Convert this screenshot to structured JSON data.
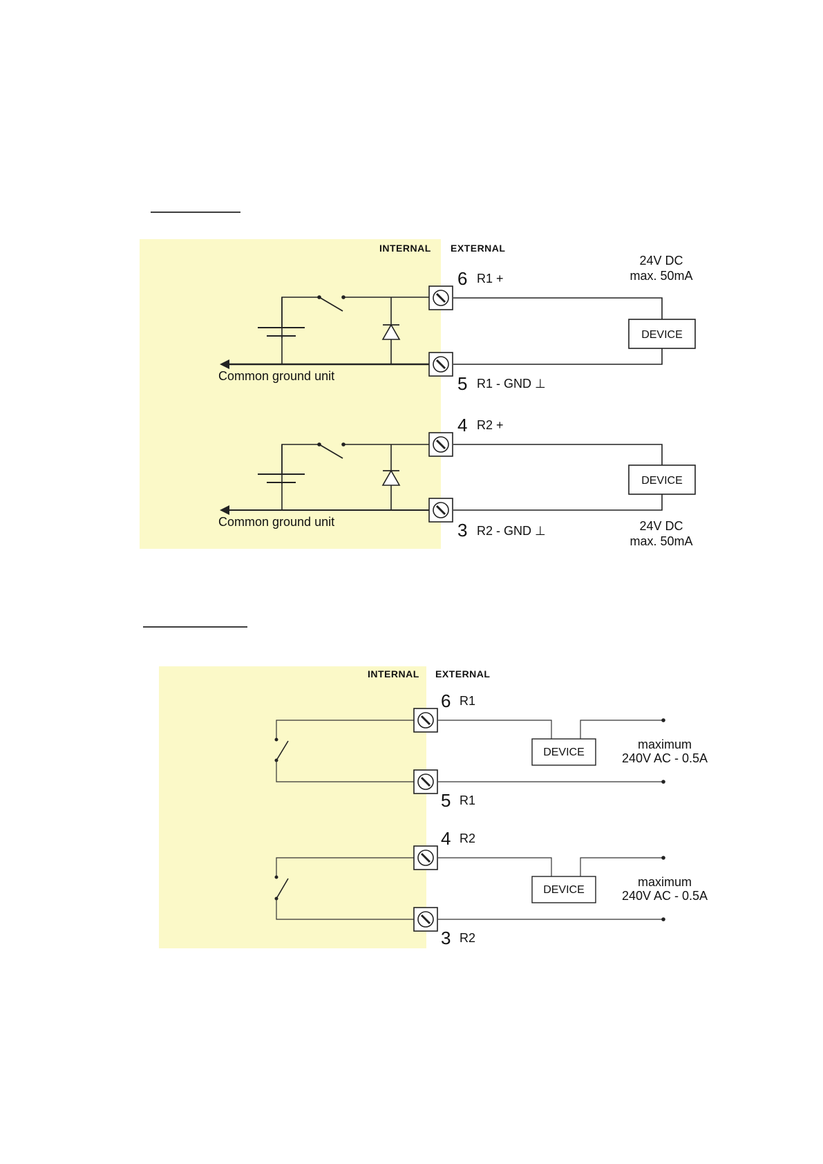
{
  "colors": {
    "internal_bg": "#fbf9c8",
    "line": "#222222",
    "page_bg": "#ffffff"
  },
  "diagram1": {
    "internal_label": "INTERNAL",
    "external_label": "EXTERNAL",
    "supply_top": [
      "24V DC",
      "max. 50mA"
    ],
    "supply_bottom": [
      "24V DC",
      "max. 50mA"
    ],
    "ground_label_1": "Common ground unit",
    "ground_label_2": "Common ground unit",
    "t6_num": "6",
    "t6_label": "R1 +",
    "t5_num": "5",
    "t5_label": "R1 - GND ⊥",
    "t4_num": "4",
    "t4_label": "R2 +",
    "t3_num": "3",
    "t3_label": "R2 - GND ⊥",
    "device_1": "DEVICE",
    "device_2": "DEVICE"
  },
  "diagram2": {
    "internal_label": "INTERNAL",
    "external_label": "EXTERNAL",
    "t6_num": "6",
    "t6_label": "R1",
    "t5_num": "5",
    "t5_label": "R1",
    "t4_num": "4",
    "t4_label": "R2",
    "t3_num": "3",
    "t3_label": "R2",
    "device_1": "DEVICE",
    "device_2": "DEVICE",
    "limit_1": [
      "maximum",
      "240V AC - 0.5A"
    ],
    "limit_2": [
      "maximum",
      "240V AC - 0.5A"
    ]
  }
}
